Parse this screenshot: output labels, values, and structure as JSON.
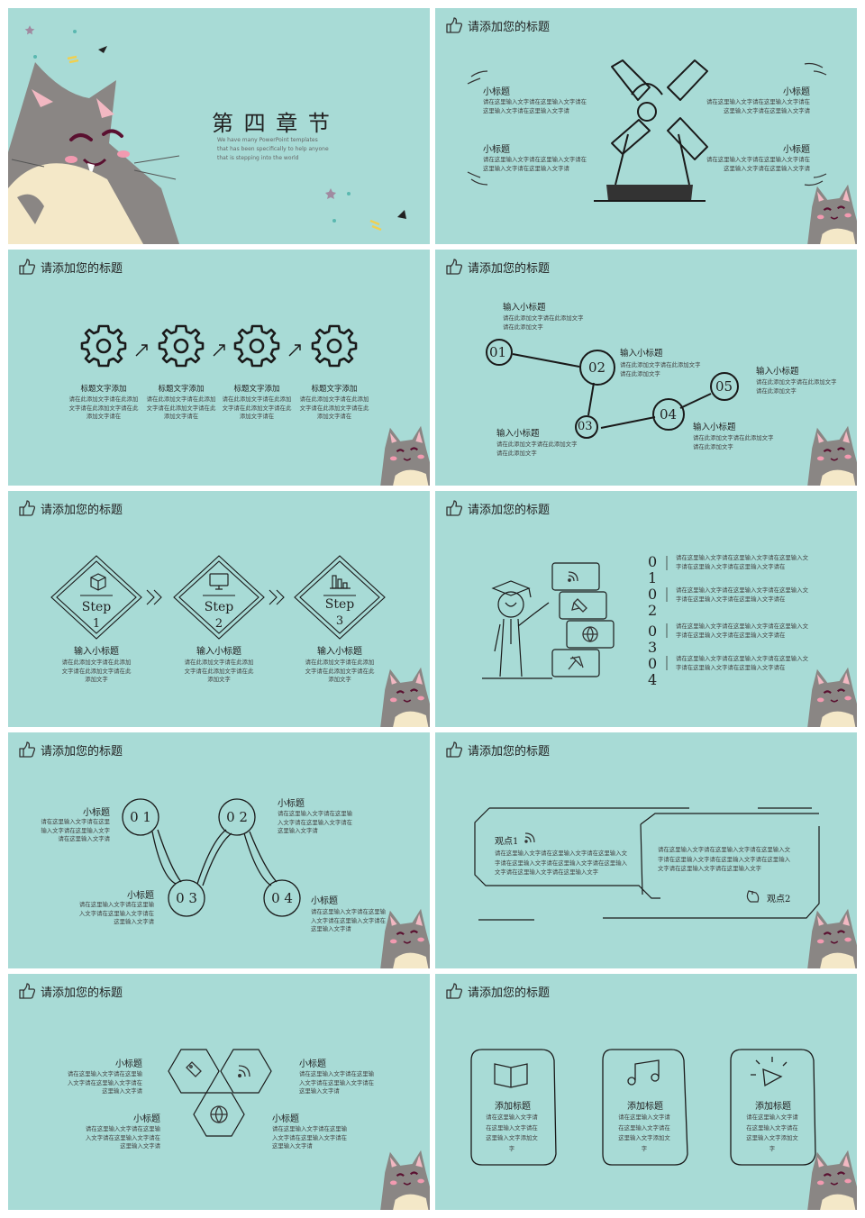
{
  "header_title": "请添加您的标题",
  "slide1": {
    "title": "第 四 章 节",
    "subtitle_lines": [
      "We have many PowerPoint templates",
      "that has been specifically to help anyone",
      "that is stepping into the world"
    ]
  },
  "slide2": {
    "items": [
      {
        "title": "小标题",
        "text": "请在这里输入文字请在这里输入文字请在这里输入文字请在这里输入文字请"
      },
      {
        "title": "小标题",
        "text": "请在这里输入文字请在这里输入文字请在这里输入文字请在这里输入文字请"
      },
      {
        "title": "小标题",
        "text": "请在这里输入文字请在这里输入文字请在这里输入文字请在这里输入文字请"
      },
      {
        "title": "小标题",
        "text": "请在这里输入文字请在这里输入文字请在这里输入文字请在这里输入文字请"
      }
    ]
  },
  "slide3": {
    "items": [
      {
        "title": "标题文字添加",
        "text": "请在此添加文字请在此添加文字请在此添加文字请在此添加文字请在"
      },
      {
        "title": "标题文字添加",
        "text": "请在此添加文字请在此添加文字请在此添加文字请在此添加文字请在"
      },
      {
        "title": "标题文字添加",
        "text": "请在此添加文字请在此添加文字请在此添加文字请在此添加文字请在"
      },
      {
        "title": "标题文字添加",
        "text": "请在此添加文字请在此添加文字请在此添加文字请在此添加文字请在"
      }
    ]
  },
  "slide4": {
    "numbers": [
      "01",
      "02",
      "03",
      "04",
      "05"
    ],
    "items": [
      {
        "title": "输入小标题",
        "text": "请在此添加文字请在此添加文字请在此添加文字"
      },
      {
        "title": "输入小标题",
        "text": "请在此添加文字请在此添加文字请在此添加文字"
      },
      {
        "title": "输入小标题",
        "text": "请在此添加文字请在此添加文字请在此添加文字"
      },
      {
        "title": "输入小标题",
        "text": "请在此添加文字请在此添加文字请在此添加文字"
      },
      {
        "title": "输入小标题",
        "text": "请在此添加文字请在此添加文字请在此添加文字"
      }
    ]
  },
  "slide5": {
    "steps": [
      {
        "label": "Step",
        "num": "1",
        "title": "输入小标题",
        "text": "请在此添加文字请在此添加文字请在此添加文字请在此添加文字"
      },
      {
        "label": "Step",
        "num": "2",
        "title": "输入小标题",
        "text": "请在此添加文字请在此添加文字请在此添加文字请在此添加文字"
      },
      {
        "label": "Step",
        "num": "3",
        "title": "输入小标题",
        "text": "请在此添加文字请在此添加文字请在此添加文字请在此添加文字"
      }
    ]
  },
  "slide6": {
    "numbers": [
      "0\n1",
      "0\n2",
      "0\n3",
      "0\n4"
    ],
    "text": "请在这里输入文字请在这里输入文字请在这里输入文字请在这里输入文字请在这里输入文字请在"
  },
  "slide7": {
    "numbers": [
      "0 1",
      "0 2",
      "0 3",
      "0 4"
    ],
    "items": [
      {
        "title": "小标题",
        "text": "请在这里输入文字请在这里输入文字请在这里输入文字请在这里输入文字请"
      },
      {
        "title": "小标题",
        "text": "请在这里输入文字请在这里输入文字请在这里输入文字请在这里输入文字请"
      },
      {
        "title": "小标题",
        "text": "请在这里输入文字请在这里输入文字请在这里输入文字请在这里输入文字请"
      },
      {
        "title": "小标题",
        "text": "请在这里输入文字请在这里输入文字请在这里输入文字请在这里输入文字请"
      }
    ]
  },
  "slide8": {
    "point1": "观点1",
    "point2": "观点2",
    "text1": "请在这里输入文字请在这里输入文字请在这里输入文字请在这里输入文字请在这里输入文字请在这里输入文字请在这里输入文字请在这里输入文字",
    "text2": "请在这里输入文字请在这里输入文字请在这里输入文字请在这里输入文字请在这里输入文字请在这里输入文字请在这里输入文字请在这里输入文字"
  },
  "slide9": {
    "items": [
      {
        "title": "小标题",
        "text": "请在这里输入文字请在这里输入文字请在这里输入文字请在这里输入文字请"
      },
      {
        "title": "小标题",
        "text": "请在这里输入文字请在这里输入文字请在这里输入文字请在这里输入文字请"
      },
      {
        "title": "小标题",
        "text": "请在这里输入文字请在这里输入文字请在这里输入文字请在这里输入文字请"
      },
      {
        "title": "小标题",
        "text": "请在这里输入文字请在这里输入文字请在这里输入文字请在这里输入文字请"
      }
    ]
  },
  "slide10": {
    "cards": [
      {
        "title": "添加标题",
        "text": "请在这里输入文字请在这里输入文字请在这里输入文字添加文字"
      },
      {
        "title": "添加标题",
        "text": "请在这里输入文字请在这里输入文字请在这里输入文字添加文字"
      },
      {
        "title": "添加标题",
        "text": "请在这里输入文字请在这里输入文字请在这里输入文字添加文字"
      }
    ]
  },
  "colors": {
    "background": "#a8dbd6",
    "ink": "#2b2b2b",
    "cat_gray": "#8a8684",
    "cat_cream": "#f4e8c8"
  }
}
